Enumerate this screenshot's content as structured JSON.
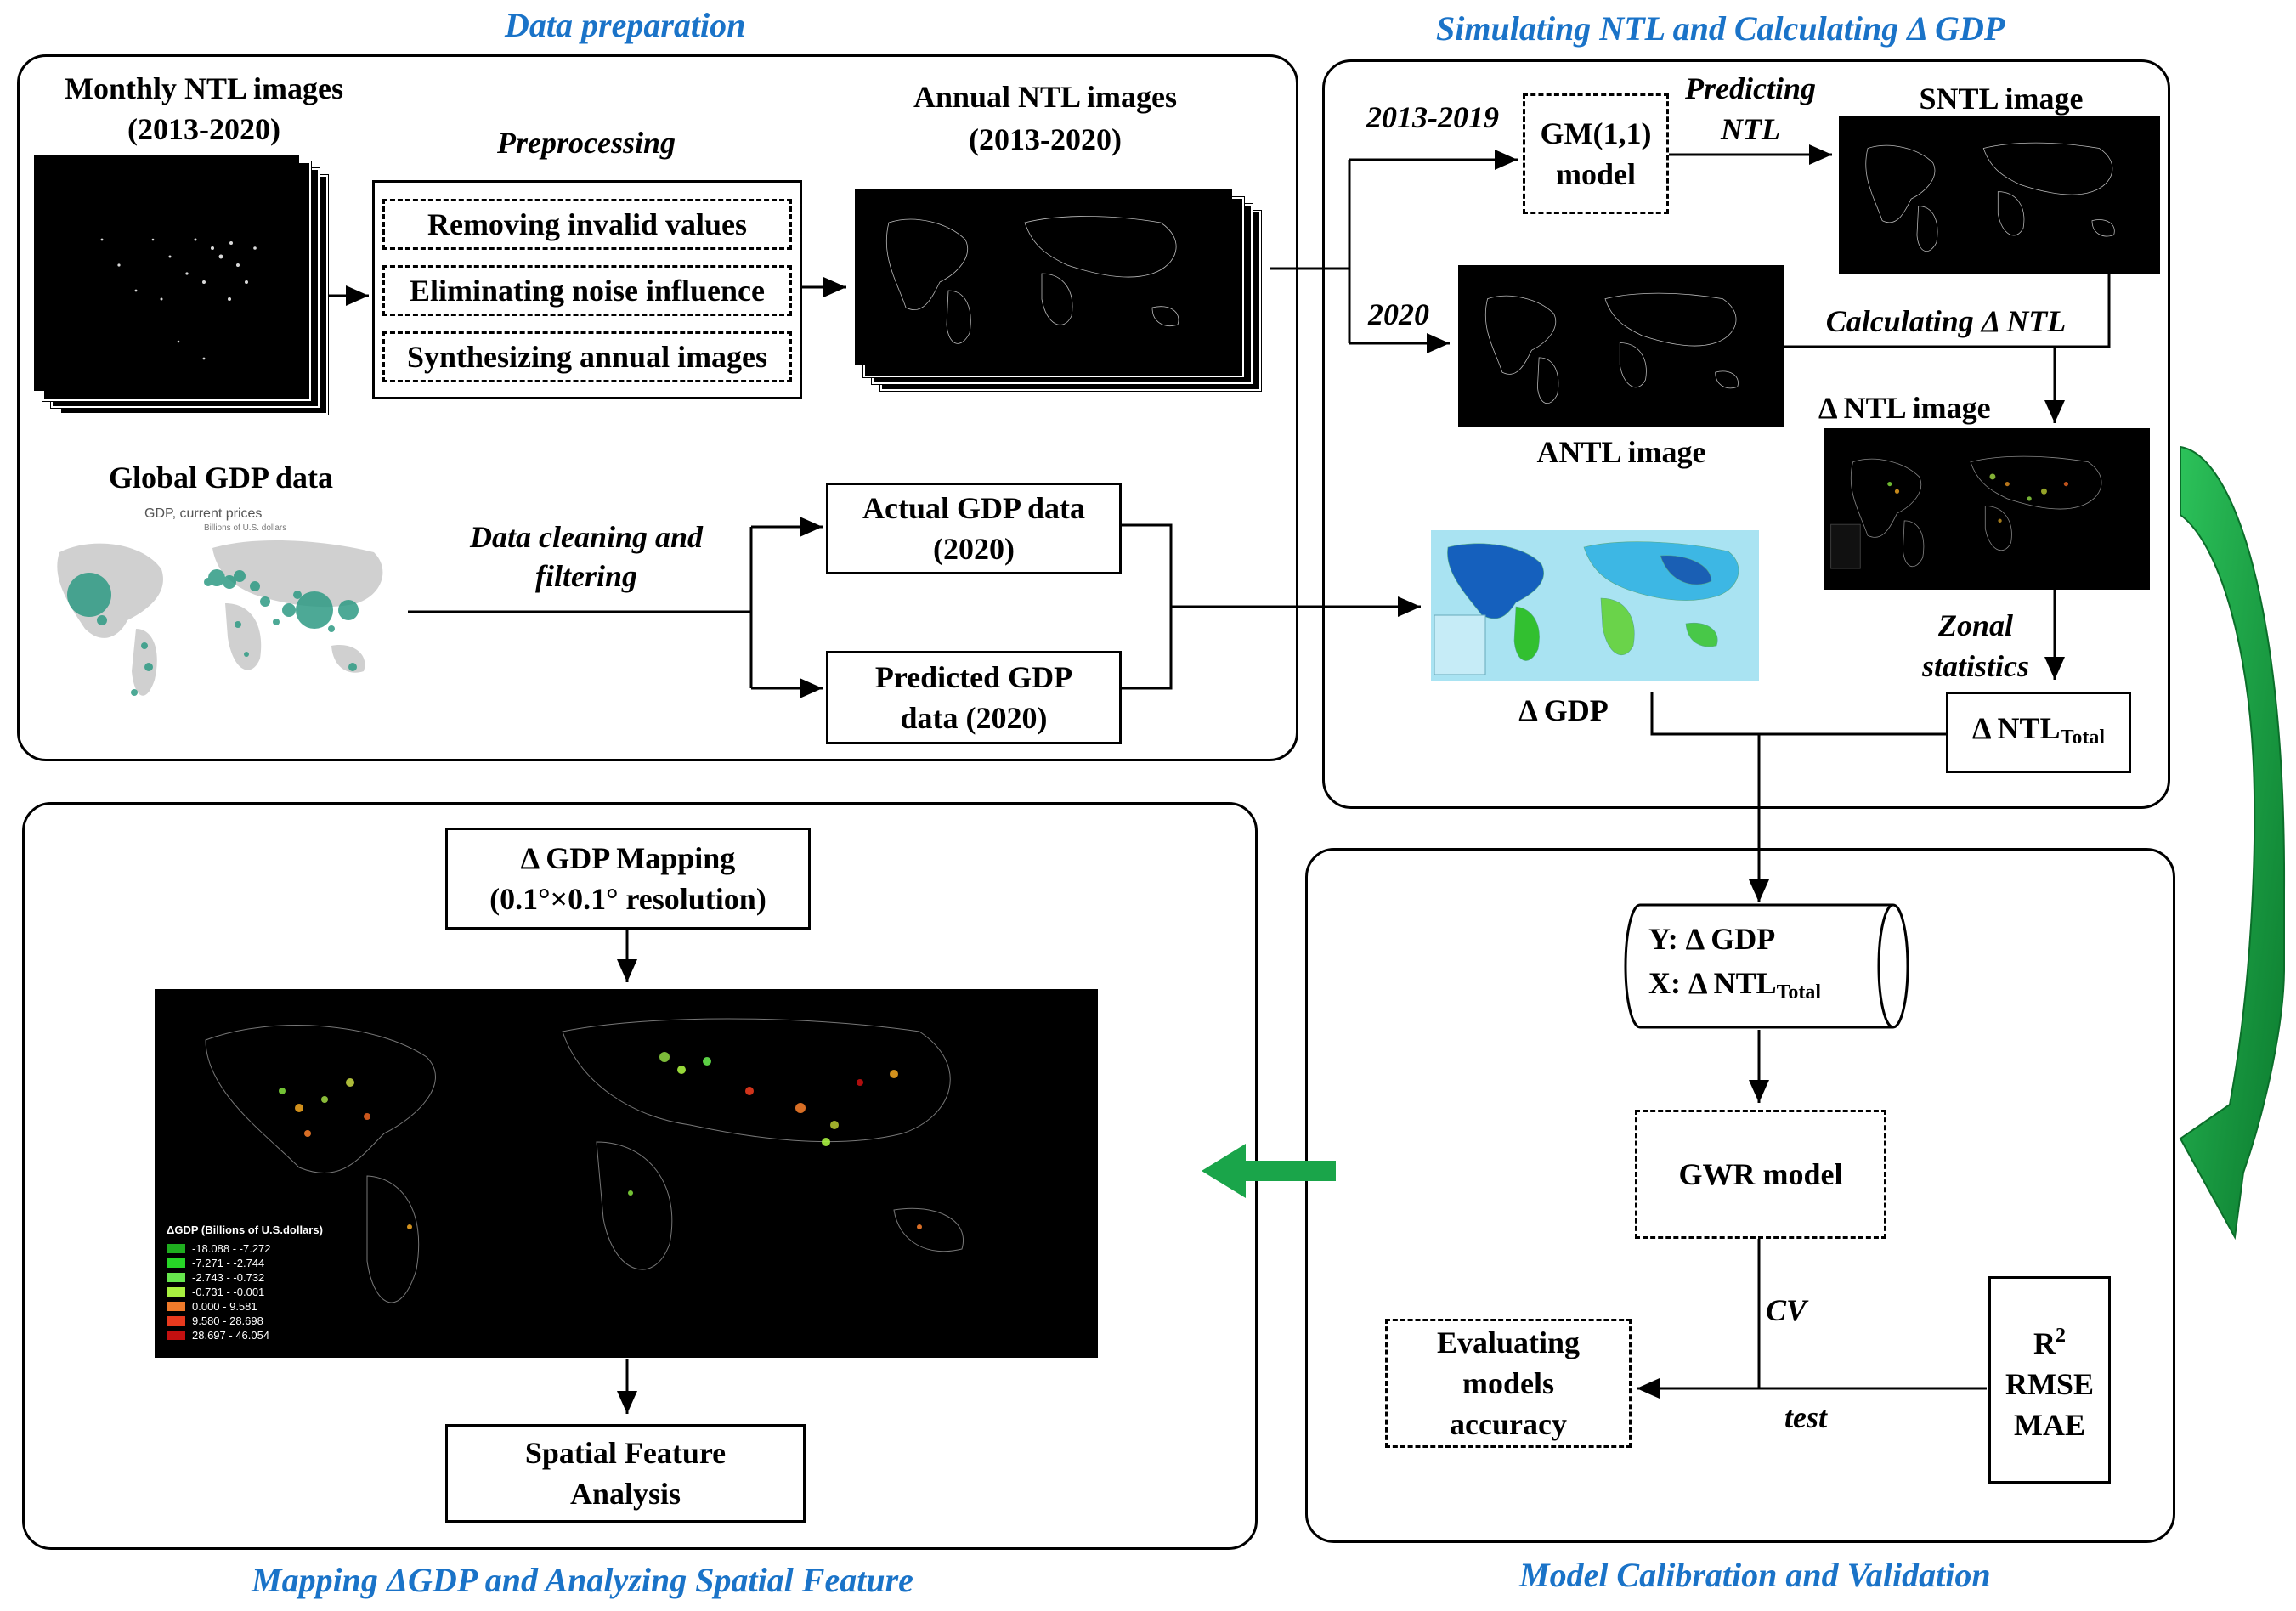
{
  "sections": {
    "data_preparation": "Data preparation",
    "simulating": "Simulating NTL and Calculating  Δ GDP",
    "mapping": "Mapping ΔGDP and Analyzing Spatial Feature",
    "calibration": "Model Calibration and Validation"
  },
  "prep": {
    "monthly_title_1": "Monthly NTL images",
    "monthly_title_2": "(2013-2020)",
    "preprocessing": "Preprocessing",
    "steps": [
      "Removing invalid values",
      "Eliminating noise influence",
      "Synthesizing annual images"
    ],
    "annual_title_1": "Annual NTL images",
    "annual_title_2": "(2013-2020)",
    "global_gdp": "Global GDP data",
    "gdp_map_title": "GDP, current prices",
    "gdp_map_sub": "Billions of U.S. dollars",
    "cleaning_1": "Data cleaning and",
    "cleaning_2": "filtering",
    "actual_1": "Actual GDP data",
    "actual_2": "(2020)",
    "predicted_1": "Predicted GDP",
    "predicted_2": "data (2020)"
  },
  "sim": {
    "years_a": "2013-2019",
    "years_b": "2020",
    "gm_1": "GM(1,1)",
    "gm_2": "model",
    "predicting_1": "Predicting",
    "predicting_2": "NTL",
    "sntl": "SNTL image",
    "calc_dntl": "Calculating  Δ NTL",
    "antl": "ANTL image",
    "dntl_image": "Δ NTL image",
    "zonal_1": "Zonal",
    "zonal_2": "statistics",
    "dgdp": "Δ GDP",
    "dntl_total": "Δ NTL",
    "total_sub": "Total"
  },
  "calib": {
    "y_label": "Y:  Δ GDP",
    "x_label": "X:  Δ NTL",
    "x_sub": "Total",
    "gwr": "GWR model",
    "cv": "CV",
    "test": "test",
    "eval_1": "Evaluating",
    "eval_2": "models",
    "eval_3": "accuracy",
    "r": "R",
    "r_sup": "2",
    "rmse": "RMSE",
    "mae": "MAE"
  },
  "mapping": {
    "dgdp_mapping_1": "Δ GDP Mapping",
    "dgdp_mapping_2": "(0.1°×0.1° resolution)",
    "legend_title": "ΔGDP (Billions of U.S.dollars)",
    "legend": [
      {
        "label": "-18.088 - -7.272",
        "color": "#1fae1f"
      },
      {
        "label": "-7.271 - -2.744",
        "color": "#27d627"
      },
      {
        "label": "-2.743 - -0.732",
        "color": "#66e64d"
      },
      {
        "label": "-0.731 - -0.001",
        "color": "#a8f040"
      },
      {
        "label": "0.000 - 9.581",
        "color": "#f07a2a"
      },
      {
        "label": "9.580 - 28.698",
        "color": "#e83a1e"
      },
      {
        "label": "28.697 - 46.054",
        "color": "#c41010"
      }
    ],
    "spatial_1": "Spatial Feature",
    "spatial_2": "Analysis"
  },
  "colors": {
    "section_title": "#1a73c8",
    "green_arrow": "#1aa54a",
    "green_arrow_dark": "#0b6e2a"
  }
}
